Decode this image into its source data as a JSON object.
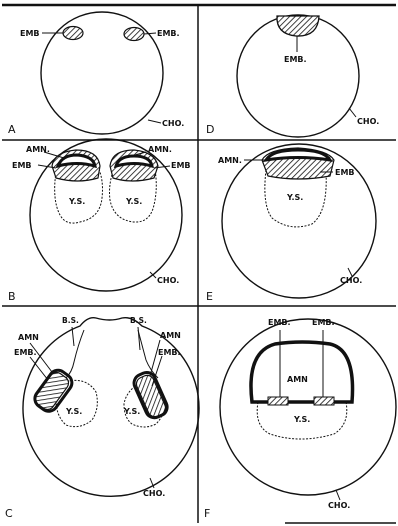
{
  "panels": {
    "a": {
      "letter": "A",
      "emb_left": "EMB",
      "emb_right": "EMB.",
      "cho": "CHO."
    },
    "b": {
      "letter": "B",
      "amn_left": "AMN.",
      "emb_left": "EMB",
      "amn_right": "AMN.",
      "emb_right": "EMB",
      "ys_left": "Y.S.",
      "ys_right": "Y.S.",
      "cho": "CHO."
    },
    "c": {
      "letter": "C",
      "bs_left": "B.S.",
      "bs_right": "B.S.",
      "amn_left": "AMN",
      "emb_left": "EMB.",
      "amn_right": "AMN",
      "emb_right": "EMB.",
      "ys_left": "Y.S.",
      "ys_right": "Y.S.",
      "cho": "CHO."
    },
    "d": {
      "letter": "D",
      "emb": "EMB.",
      "cho": "CHO."
    },
    "e": {
      "letter": "E",
      "amn": "AMN.",
      "emb": "EMB",
      "ys": "Y.S.",
      "cho": "CHO."
    },
    "f": {
      "letter": "F",
      "emb_left": "EMB.",
      "emb_right": "EMB.",
      "amn": "AMN",
      "ys": "Y.S.",
      "cho": "CHO."
    }
  }
}
